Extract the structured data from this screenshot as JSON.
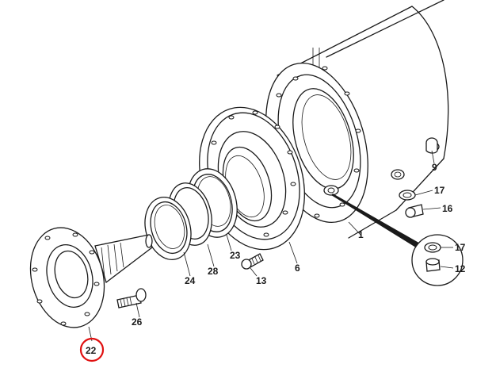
{
  "diagram": {
    "labels": {
      "l1": "1",
      "l6": "6",
      "l9": "9",
      "l12": "12",
      "l13": "13",
      "l16": "16",
      "l17a": "17",
      "l17b": "17",
      "l22": "22",
      "l23": "23",
      "l24": "24",
      "l26": "26",
      "l28": "28"
    },
    "highlight": {
      "part": "22",
      "color": "#e01010"
    }
  }
}
